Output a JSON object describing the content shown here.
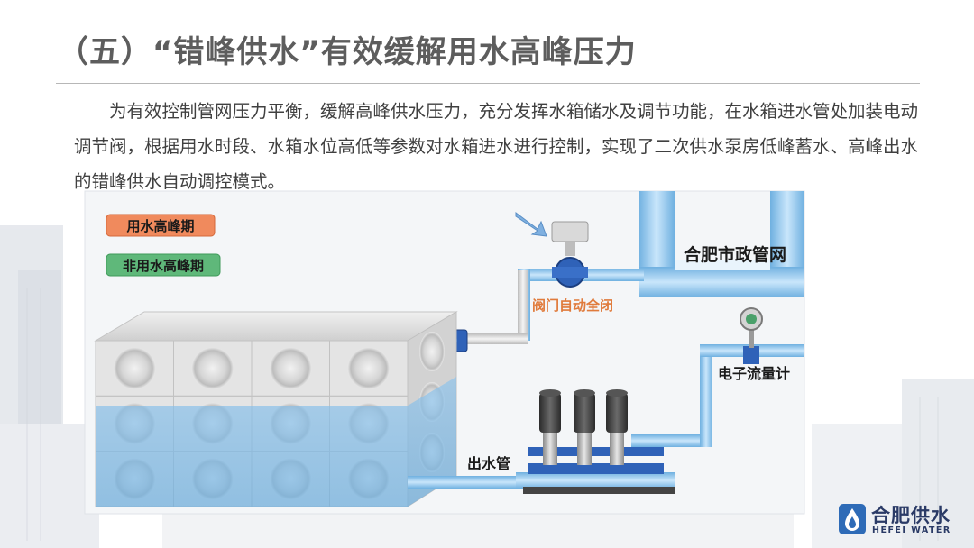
{
  "header": {
    "title": "（五）“错峰供水”有效缓解用水高峰压力"
  },
  "intro": {
    "text": "为有效控制管网压力平衡，缓解高峰供水压力，充分发挥水箱储水及调节功能，在水箱进水管处加装电动调节阀，根据用水时段、水箱水位高低等参数对水箱进水进行控制，实现了二次供水泵房低峰蓄水、高峰出水的错峰供水自动调控模式。"
  },
  "legend": {
    "peak_label": "用水高峰期",
    "offpeak_label": "非用水高峰期",
    "peak_color": "#f08a5d",
    "offpeak_color": "#5fb87a"
  },
  "diagram": {
    "municipal_label": "合肥市政管网",
    "valve_label": "阀门自动全闭",
    "flowmeter_label": "电子流量计",
    "outlet_label": "出水管",
    "pipe_color": "#8ec5ee",
    "water_color": "#7fb8e6"
  },
  "brand": {
    "name_cn": "合肥供水",
    "name_en": "HEFEI WATER",
    "color": "#2a3a66"
  }
}
